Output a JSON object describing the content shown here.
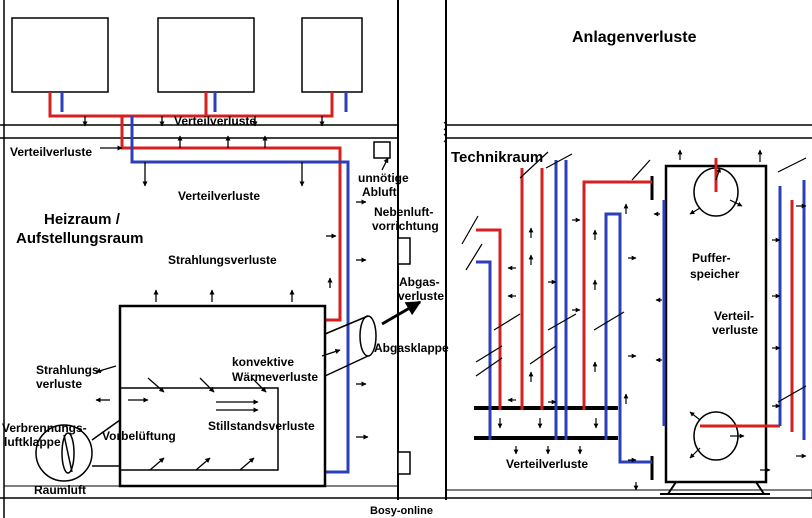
{
  "labels": {
    "anlagenverluste": "Anlagenverluste",
    "technikraum": "Technikraum",
    "heizraum_1": "Heizraum /",
    "heizraum_2": "Aufstellungsraum",
    "verteil_top": "Verteilverluste",
    "verteil_left": "Verteilverluste",
    "verteil_mid": "Verteilverluste",
    "unnoetige_1": "unnötige",
    "unnoetige_2": "Abluft",
    "nebenluft_1": "Nebenluft-",
    "nebenluft_2": "vorrichtung",
    "strahlung_top": "Strahlungsverluste",
    "abgas_1": "Abgas-",
    "abgas_2": "verluste",
    "abgasklappe": "Abgasklappe",
    "konvektiv_1": "konvektive",
    "konvektiv_2": "Wärmeverluste",
    "strahlung_side_1": "Strahlungs-",
    "strahlung_side_2": "verluste",
    "verbrennung_1": "Verbrennungs-",
    "verbrennung_2": "luftklappe",
    "vorbelueftung": "Vorbelüftung",
    "stillstand": "Stillstandsverluste",
    "raumluft": "Raumluft",
    "puffer_1": "Puffer-",
    "puffer_2": "speicher",
    "verteil_right_1": "Verteil-",
    "verteil_right_2": "verluste",
    "verteil_tech": "Verteilverluste",
    "credit": "Bosy-online"
  },
  "colors": {
    "supply": "#d62020",
    "return": "#2a3fb8",
    "credit": "#1a3a9c"
  }
}
